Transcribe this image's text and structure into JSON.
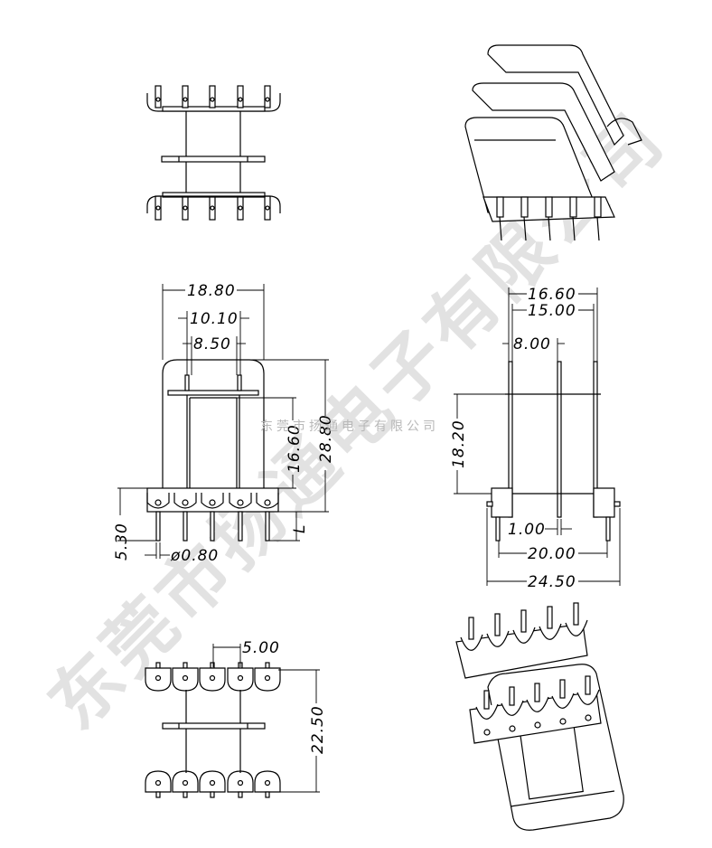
{
  "watermark": {
    "large": "东莞市扬通电子有限公司",
    "small": "东莞市扬通电子有限公司"
  },
  "front_view": {
    "width_total": "18.80",
    "pin_span": "10.10",
    "core_width": "8.50",
    "height_total": "28.80",
    "window_height": "16.60",
    "base_height": "5.30",
    "pin_length": "L",
    "pin_diameter": "ø0.80"
  },
  "side_view": {
    "flange_outer": "16.60",
    "flange_inner": "15.00",
    "center_offset": "8.00",
    "height": "18.20",
    "flange_thickness": "1.00",
    "pin_row_spacing": "20.00",
    "base_width": "24.50"
  },
  "bottom_view": {
    "pin_pitch": "5.00",
    "length": "22.50"
  }
}
